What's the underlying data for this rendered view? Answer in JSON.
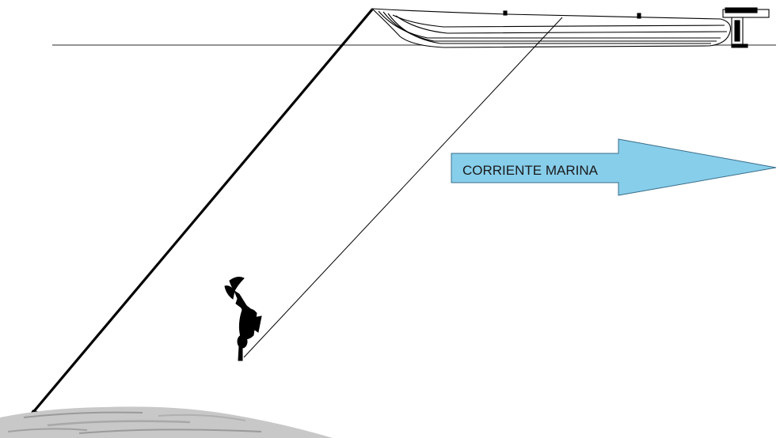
{
  "diagram": {
    "current_arrow": {
      "label": "CORRIENTE MARINA",
      "fill_color": "#87CEEB",
      "stroke_color": "#3a6f8a",
      "direction": "right"
    },
    "colors": {
      "water_line": "#555555",
      "anchor_rope": "#000000",
      "diver_line": "#000000",
      "boat": "#000000",
      "seabed": "#bdbdbd",
      "diver": "#000000"
    },
    "elements": {
      "boat": "boat with outboard motor",
      "diver": "freediver",
      "anchor": "anchor-icon",
      "seabed": "rocky seabed"
    }
  }
}
